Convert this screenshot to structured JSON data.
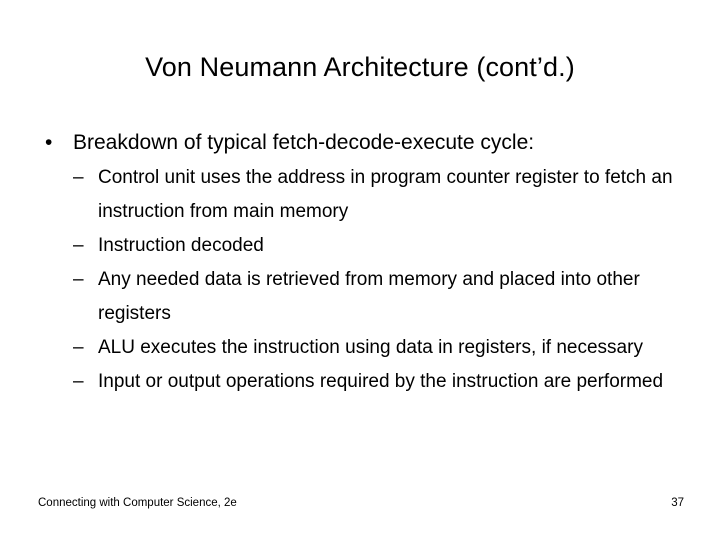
{
  "slide": {
    "title": "Von Neumann Architecture (cont’d.)",
    "background_color": "#ffffff",
    "text_color": "#000000",
    "level1_marker": "•",
    "level2_marker": "–",
    "bullets": [
      {
        "level": 1,
        "text": "Breakdown of typical fetch-decode-execute cycle:",
        "children": [
          {
            "level": 2,
            "text": "Control unit uses the address in program counter register to fetch an instruction from main memory"
          },
          {
            "level": 2,
            "text": "Instruction decoded"
          },
          {
            "level": 2,
            "text": "Any needed data is retrieved from memory and placed into other registers"
          },
          {
            "level": 2,
            "text": "ALU executes the instruction using data in registers, if necessary"
          },
          {
            "level": 2,
            "text": "Input or output operations required by the instruction are performed"
          }
        ]
      }
    ]
  },
  "footer": {
    "text": "Connecting with Computer Science, 2e",
    "page_number": "37"
  }
}
